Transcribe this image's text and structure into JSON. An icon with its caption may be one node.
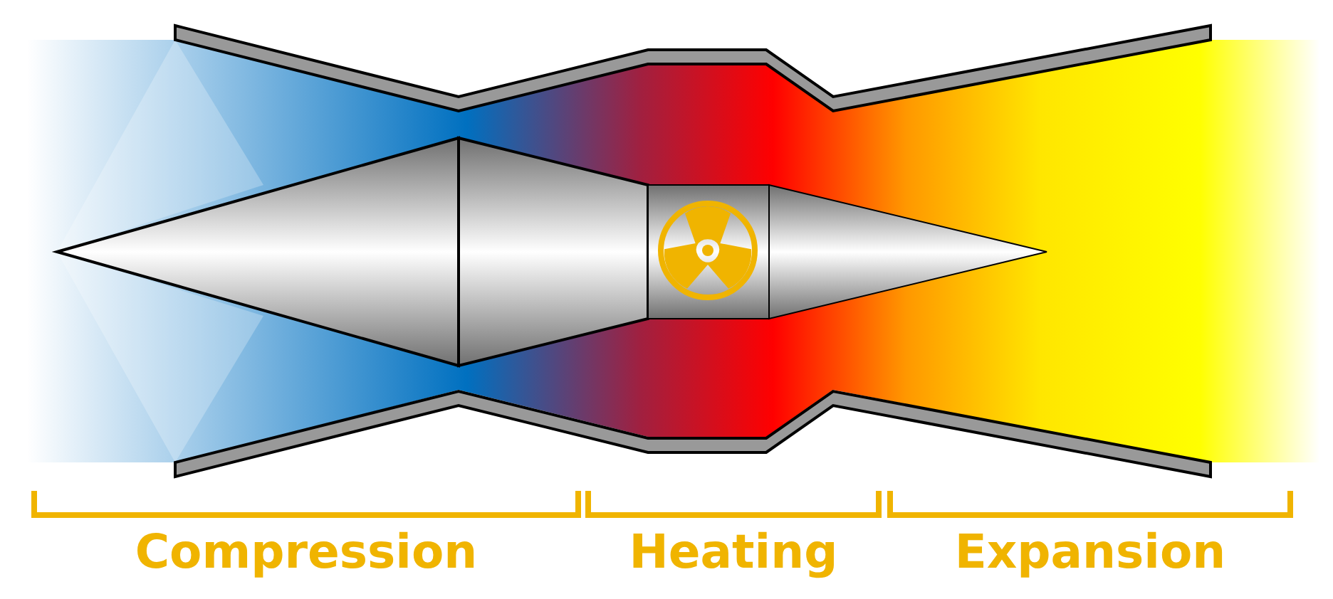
{
  "diagram": {
    "labels": [
      "Compression",
      "Heating",
      "Expansion"
    ]
  }
}
